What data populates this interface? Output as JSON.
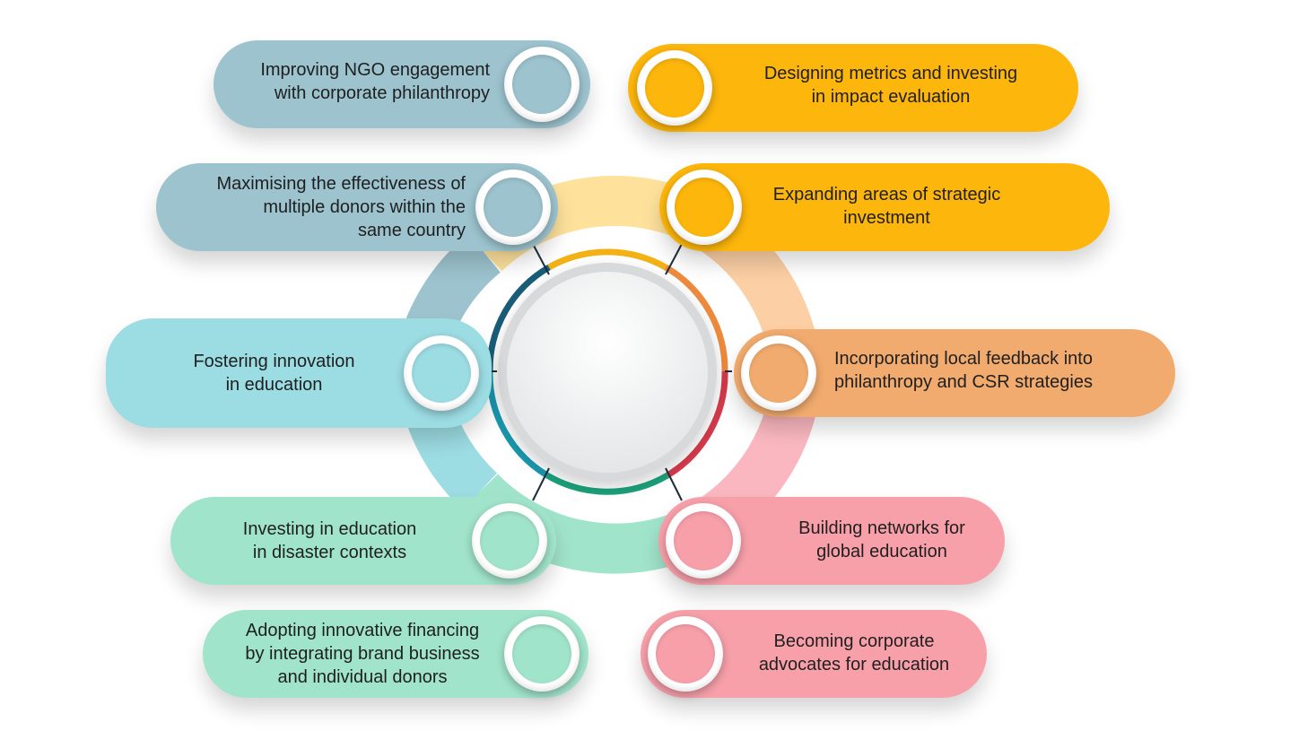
{
  "colors": {
    "blue_gray": "#9CC3CE",
    "yellow": "#FDB60B",
    "orange": "#F2AB6E",
    "cyan": "#9CDCE3",
    "mint": "#A1E4CC",
    "pink": "#F8A0AA",
    "ring_yellow": "#FEE29C",
    "ring_orange": "#FCCFA4",
    "ring_pink": "#FAB7BF"
  },
  "items": [
    {
      "id": "ngo",
      "text": "Improving NGO engagement\nwith corporate philanthropy"
    },
    {
      "id": "metrics",
      "text": "Designing metrics and investing\nin impact evaluation"
    },
    {
      "id": "donors",
      "text": "Maximising the effectiveness of\nmultiple donors within the\nsame country"
    },
    {
      "id": "strategic",
      "text": "Expanding areas of strategic\ninvestment"
    },
    {
      "id": "innovation",
      "text": "Fostering innovation\nin education"
    },
    {
      "id": "feedback",
      "text": "Incorporating local feedback into\nphilanthropy and CSR strategies"
    },
    {
      "id": "disaster",
      "text": "Investing in education\nin disaster contexts"
    },
    {
      "id": "networks",
      "text": "Building networks for\nglobal education"
    },
    {
      "id": "financing",
      "text": "Adopting innovative financing\nby integrating brand business\nand individual donors"
    },
    {
      "id": "advocates",
      "text": "Becoming corporate\nadvocates for education"
    }
  ]
}
